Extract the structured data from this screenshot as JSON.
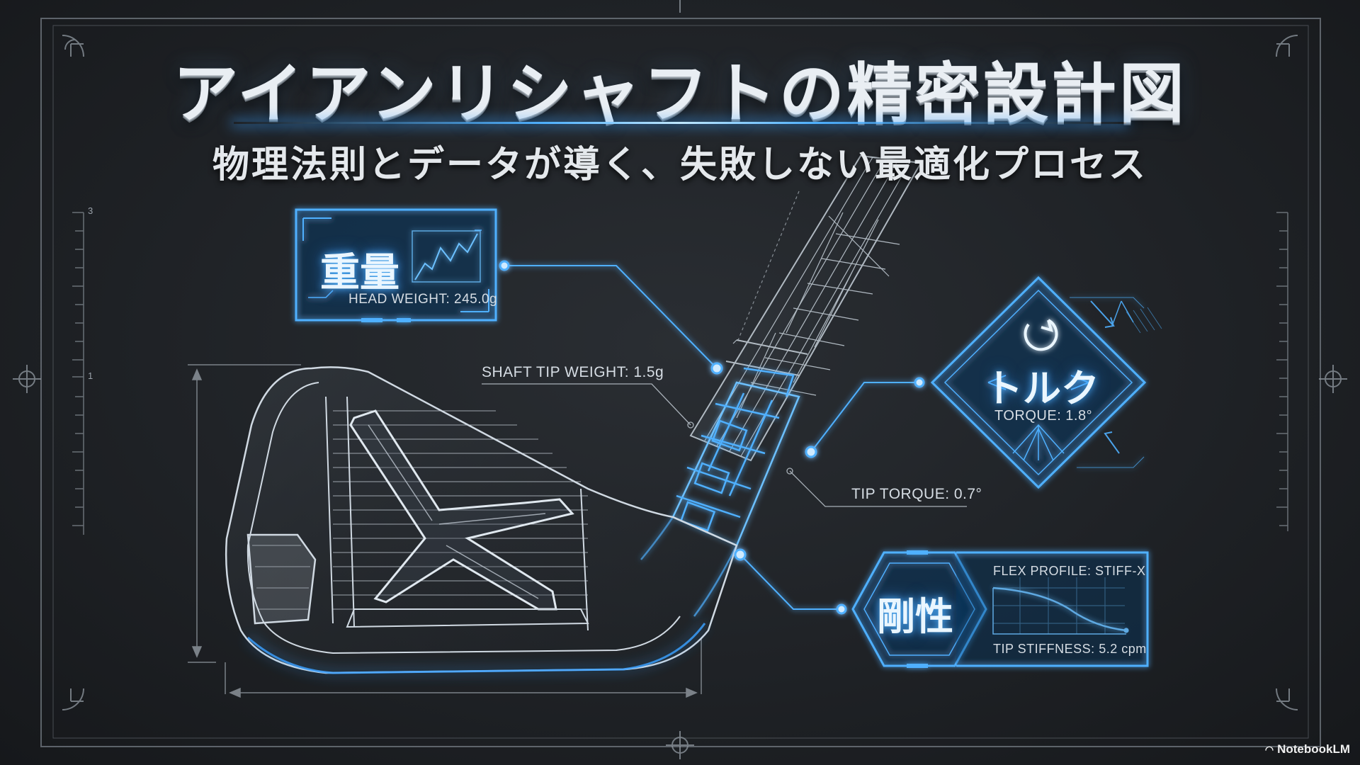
{
  "title": "アイアンリシャフトの精密設計図",
  "subtitle": "物理法則とデータが導く、失敗しない最適化プロセス",
  "callouts": {
    "weight": {
      "label": "重量",
      "detail": "HEAD WEIGHT: 245.0g"
    },
    "shaft_tip_weight": "SHAFT TIP WEIGHT: 1.5g",
    "torque": {
      "label": "トルク",
      "detail": "TORQUE: 1.8°"
    },
    "tip_torque": "TIP TORQUE: 0.7°",
    "stiffness": {
      "label": "剛性",
      "flex_profile": "FLEX PROFILE: STIFF-X",
      "tip_stiffness": "TIP STIFFNESS: 5.2 cpm"
    }
  },
  "ruler_marks": {
    "top": "3",
    "middle": "1"
  },
  "watermark": "NotebookLM",
  "colors": {
    "accent": "#4fb0ff",
    "glow": "#2e8cff",
    "background": "#1f2226",
    "wire": "#c9d3dc"
  }
}
